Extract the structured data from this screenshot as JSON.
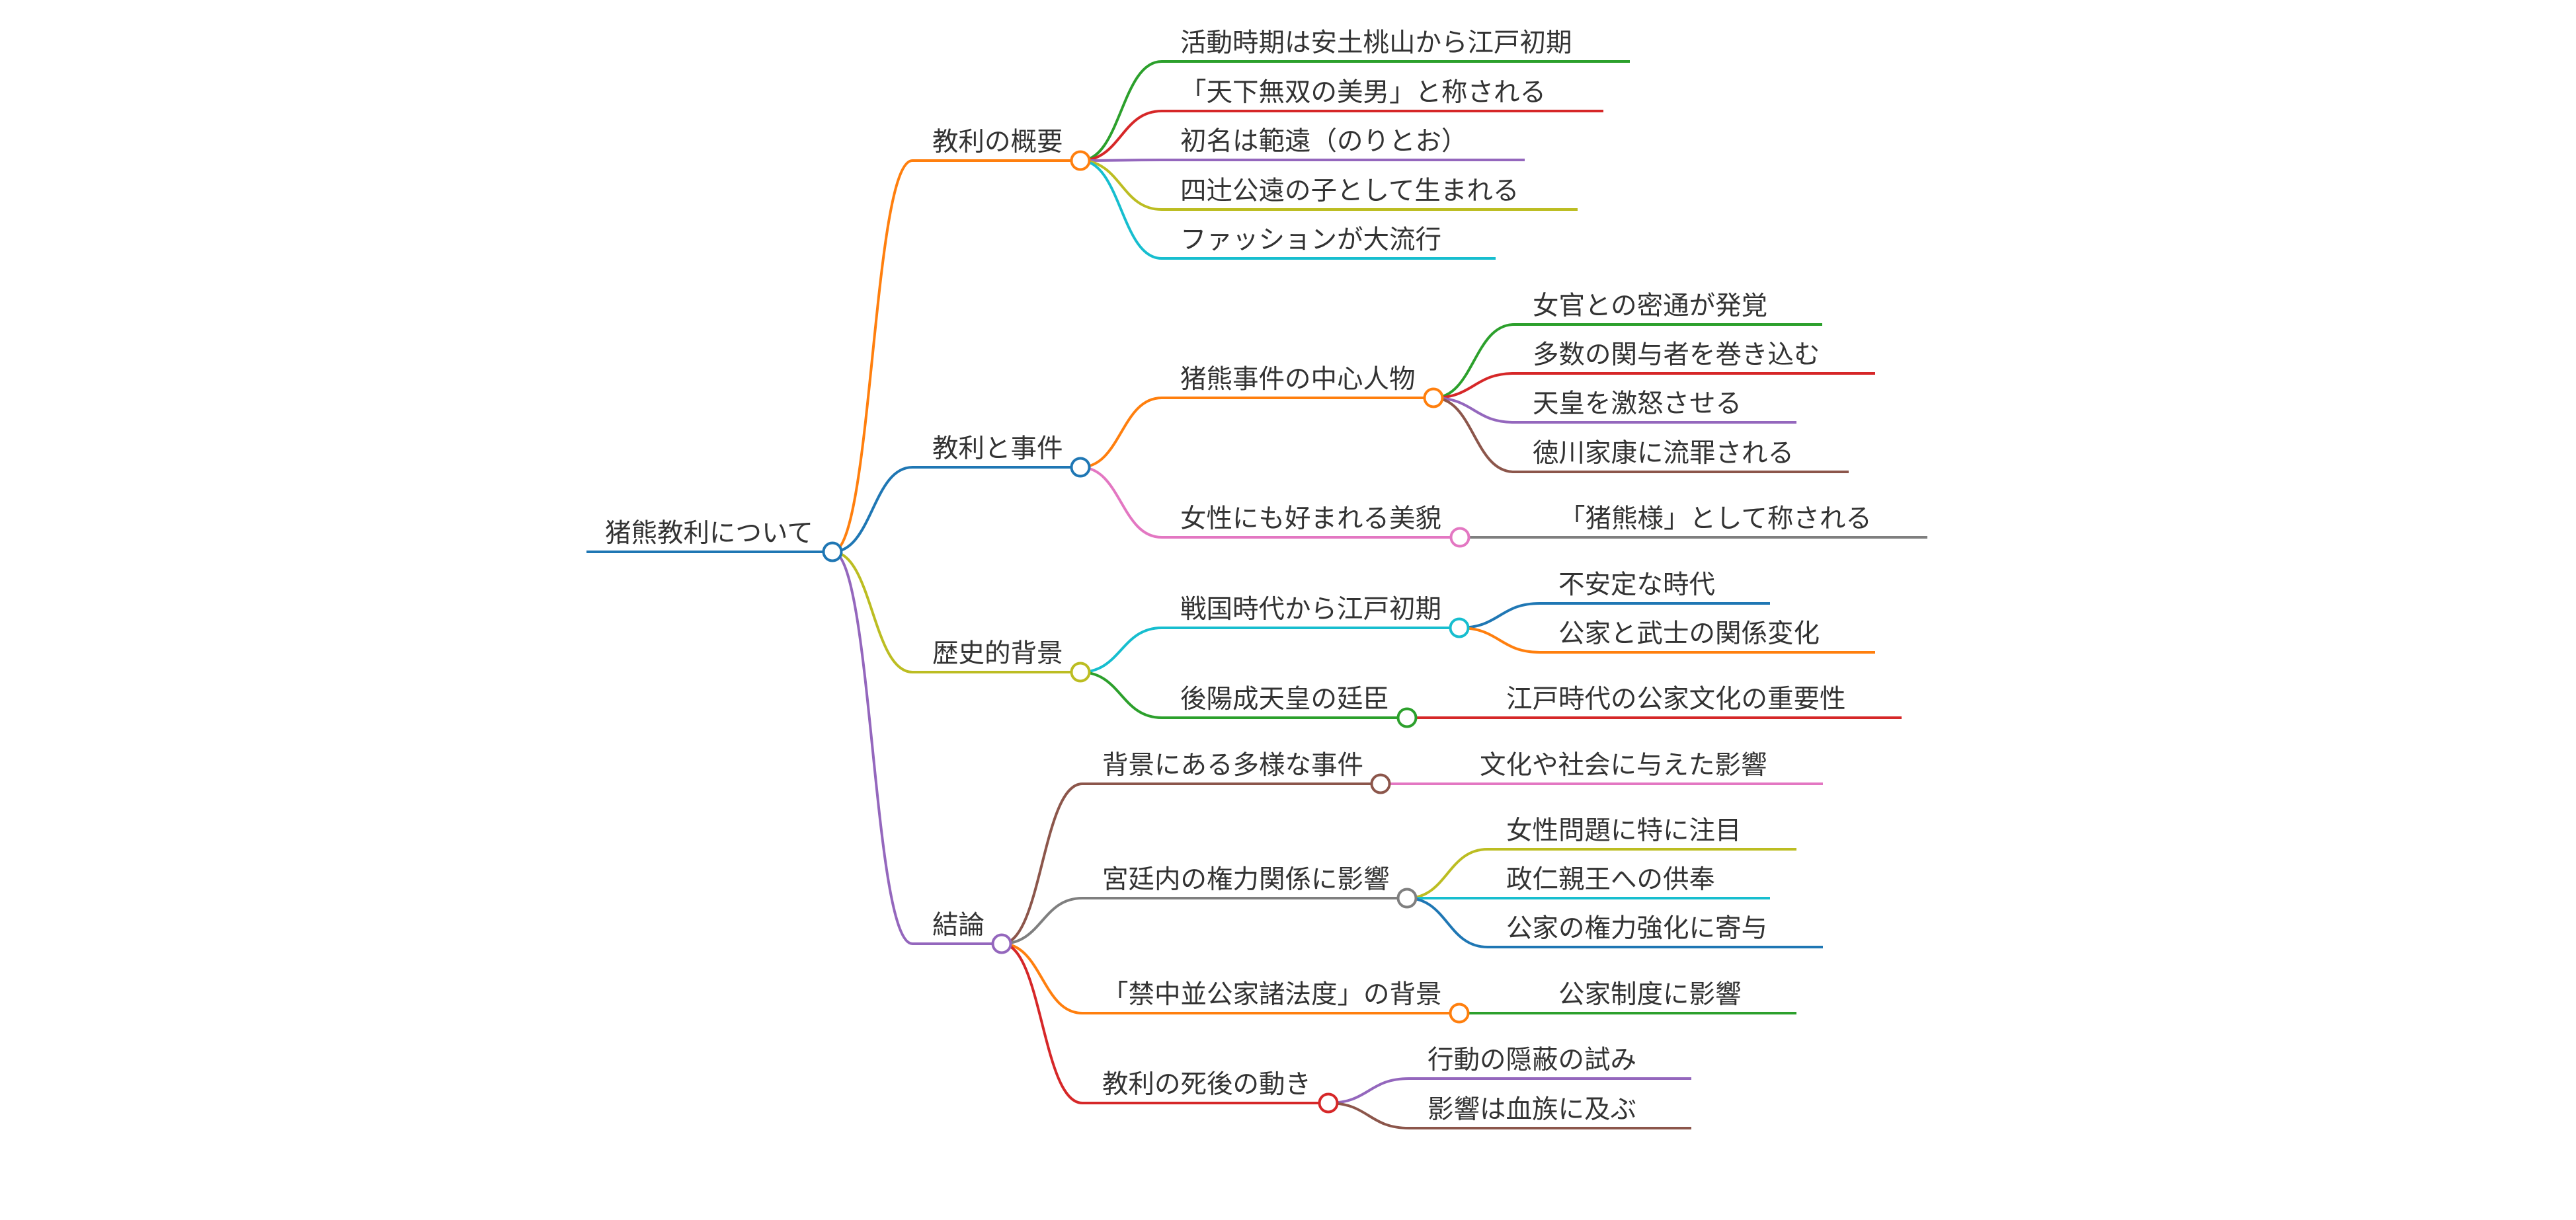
{
  "mindmap": {
    "root": {
      "label": "猪熊教利について",
      "color": "#1f77b4",
      "children": [
        {
          "label": "教利の概要",
          "color": "#ff7f0e",
          "children": [
            {
              "label": "活動時期は安土桃山から江戸初期",
              "color": "#2ca02c"
            },
            {
              "label": "「天下無双の美男」と称される",
              "color": "#d62728"
            },
            {
              "label": "初名は範遠（のりとお）",
              "color": "#9467bd"
            },
            {
              "label": "四辻公遠の子として生まれる",
              "color": "#bcbd22"
            },
            {
              "label": "ファッションが大流行",
              "color": "#17becf"
            }
          ]
        },
        {
          "label": "教利と事件",
          "color": "#1f77b4",
          "children": [
            {
              "label": "猪熊事件の中心人物",
              "color": "#ff7f0e",
              "children": [
                {
                  "label": "女官との密通が発覚",
                  "color": "#2ca02c"
                },
                {
                  "label": "多数の関与者を巻き込む",
                  "color": "#d62728"
                },
                {
                  "label": "天皇を激怒させる",
                  "color": "#9467bd"
                },
                {
                  "label": "徳川家康に流罪される",
                  "color": "#8c564b"
                }
              ]
            },
            {
              "label": "女性にも好まれる美貌",
              "color": "#e377c2",
              "children": [
                {
                  "label": "「猪熊様」として称される",
                  "color": "#7f7f7f"
                }
              ]
            }
          ]
        },
        {
          "label": "歴史的背景",
          "color": "#bcbd22",
          "children": [
            {
              "label": "戦国時代から江戸初期",
              "color": "#17becf",
              "children": [
                {
                  "label": "不安定な時代",
                  "color": "#1f77b4"
                },
                {
                  "label": "公家と武士の関係変化",
                  "color": "#ff7f0e"
                }
              ]
            },
            {
              "label": "後陽成天皇の廷臣",
              "color": "#2ca02c",
              "children": [
                {
                  "label": "江戸時代の公家文化の重要性",
                  "color": "#d62728"
                }
              ]
            }
          ]
        },
        {
          "label": "結論",
          "color": "#9467bd",
          "children": [
            {
              "label": "背景にある多様な事件",
              "color": "#8c564b",
              "children": [
                {
                  "label": "文化や社会に与えた影響",
                  "color": "#e377c2"
                }
              ]
            },
            {
              "label": "宮廷内の権力関係に影響",
              "color": "#7f7f7f",
              "children": [
                {
                  "label": "女性問題に特に注目",
                  "color": "#bcbd22"
                },
                {
                  "label": "政仁親王への供奉",
                  "color": "#17becf"
                },
                {
                  "label": "公家の権力強化に寄与",
                  "color": "#1f77b4"
                }
              ]
            },
            {
              "label": "「禁中並公家諸法度」の背景",
              "color": "#ff7f0e",
              "children": [
                {
                  "label": "公家制度に影響",
                  "color": "#2ca02c"
                }
              ]
            },
            {
              "label": "教利の死後の動き",
              "color": "#d62728",
              "children": [
                {
                  "label": "行動の隠蔽の試み",
                  "color": "#9467bd"
                },
                {
                  "label": "影響は血族に及ぶ",
                  "color": "#8c564b"
                }
              ]
            }
          ]
        }
      ]
    }
  }
}
